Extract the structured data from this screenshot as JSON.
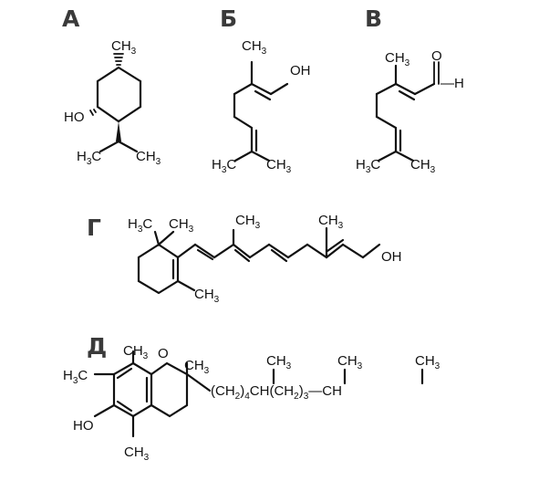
{
  "labels": {
    "a": "А",
    "b": "Б",
    "v": "В",
    "g": "Г",
    "d": "Д"
  },
  "atoms": {
    "ch3": "CH",
    "h3c": "H",
    "c3": "C",
    "ho": "HO",
    "oh": "OH",
    "o": "O",
    "h": "H",
    "sub3": "3",
    "sub4": "4",
    "ch": "CH",
    "ch2_open": "(CH",
    "sub2": "2",
    "close": ")",
    "dash_ch3": "—CH",
    "dash_h": "—H"
  }
}
